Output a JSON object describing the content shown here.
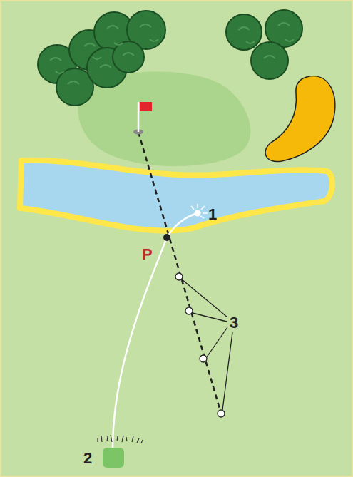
{
  "diagram": {
    "labels": [
      "1",
      "P",
      "3",
      "2"
    ]
  }
}
